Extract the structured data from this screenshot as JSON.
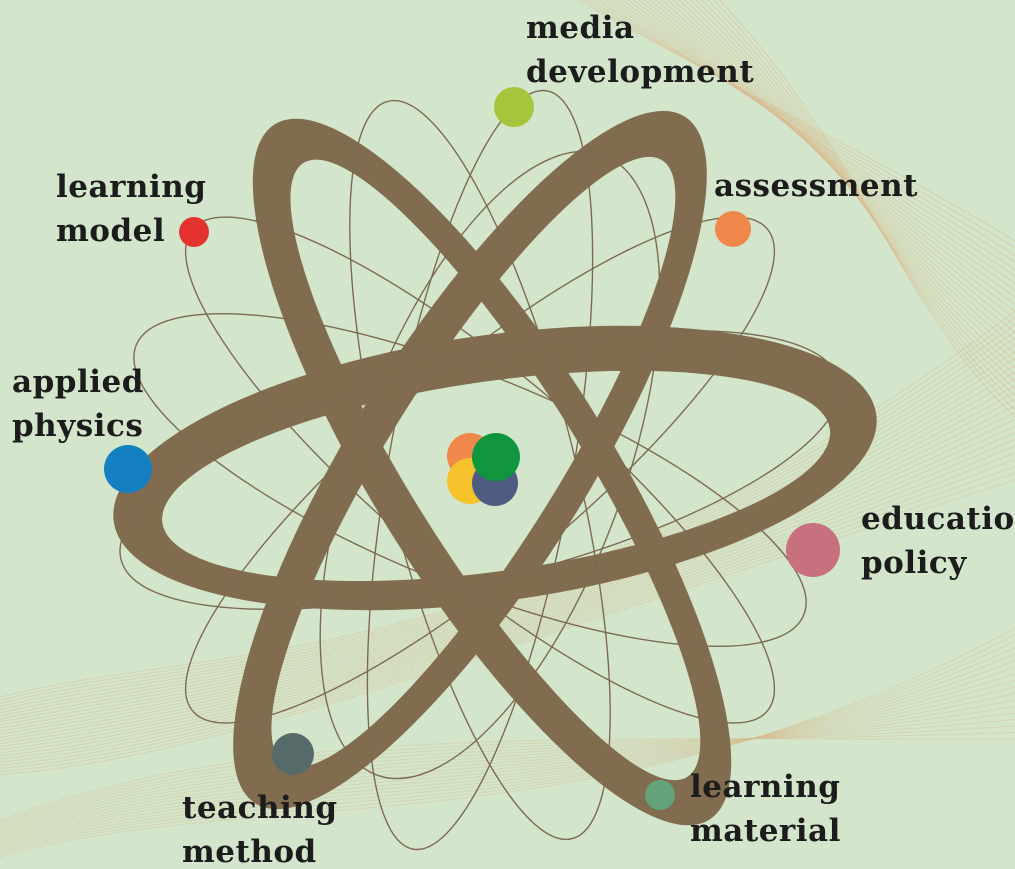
{
  "diagram": {
    "topics": [
      {
        "id": "media-development",
        "lines": [
          "media",
          "development"
        ],
        "color": "#a5c53a"
      },
      {
        "id": "assessment",
        "lines": [
          "assessment"
        ],
        "color": "#f0884c"
      },
      {
        "id": "learning-model",
        "lines": [
          "learning",
          "model"
        ],
        "color": "#e4322f"
      },
      {
        "id": "applied-physics",
        "lines": [
          "applied",
          "physics"
        ],
        "color": "#1480c2"
      },
      {
        "id": "education-policy",
        "lines": [
          "education",
          "policy"
        ],
        "color": "#c9707f"
      },
      {
        "id": "teaching-method",
        "lines": [
          "teaching",
          "method"
        ],
        "color": "#566a69"
      },
      {
        "id": "learning-material",
        "lines": [
          "learning",
          "material"
        ],
        "color": "#64a279"
      }
    ],
    "nucleus_colors": [
      "#f0884c",
      "#f6c22c",
      "#4e5c82",
      "#10963e"
    ],
    "colors": {
      "background": "#d3e6cb",
      "orbit_band": "#816c50",
      "orbit_line": "#7c6a52",
      "wave_lines": "#d8b98f",
      "text": "#1c1c1c"
    }
  }
}
